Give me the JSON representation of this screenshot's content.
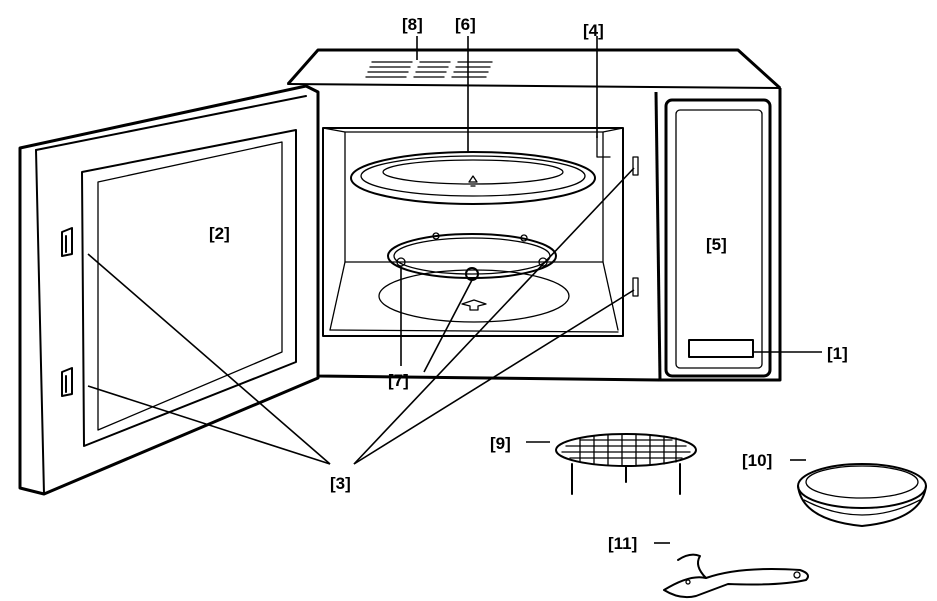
{
  "labels": {
    "control_panel_display": "[1]",
    "door_window": "[2]",
    "door_latches": "[3]",
    "waveguide_cover": "[4]",
    "control_panel": "[5]",
    "turntable": "[6]",
    "roller_ring": "[7]",
    "ventilation": "[8]",
    "grill_rack": "[9]",
    "crisp_plate": "[10]",
    "handle": "[11]"
  },
  "colors": {
    "line": "#000000",
    "background": "#ffffff"
  }
}
